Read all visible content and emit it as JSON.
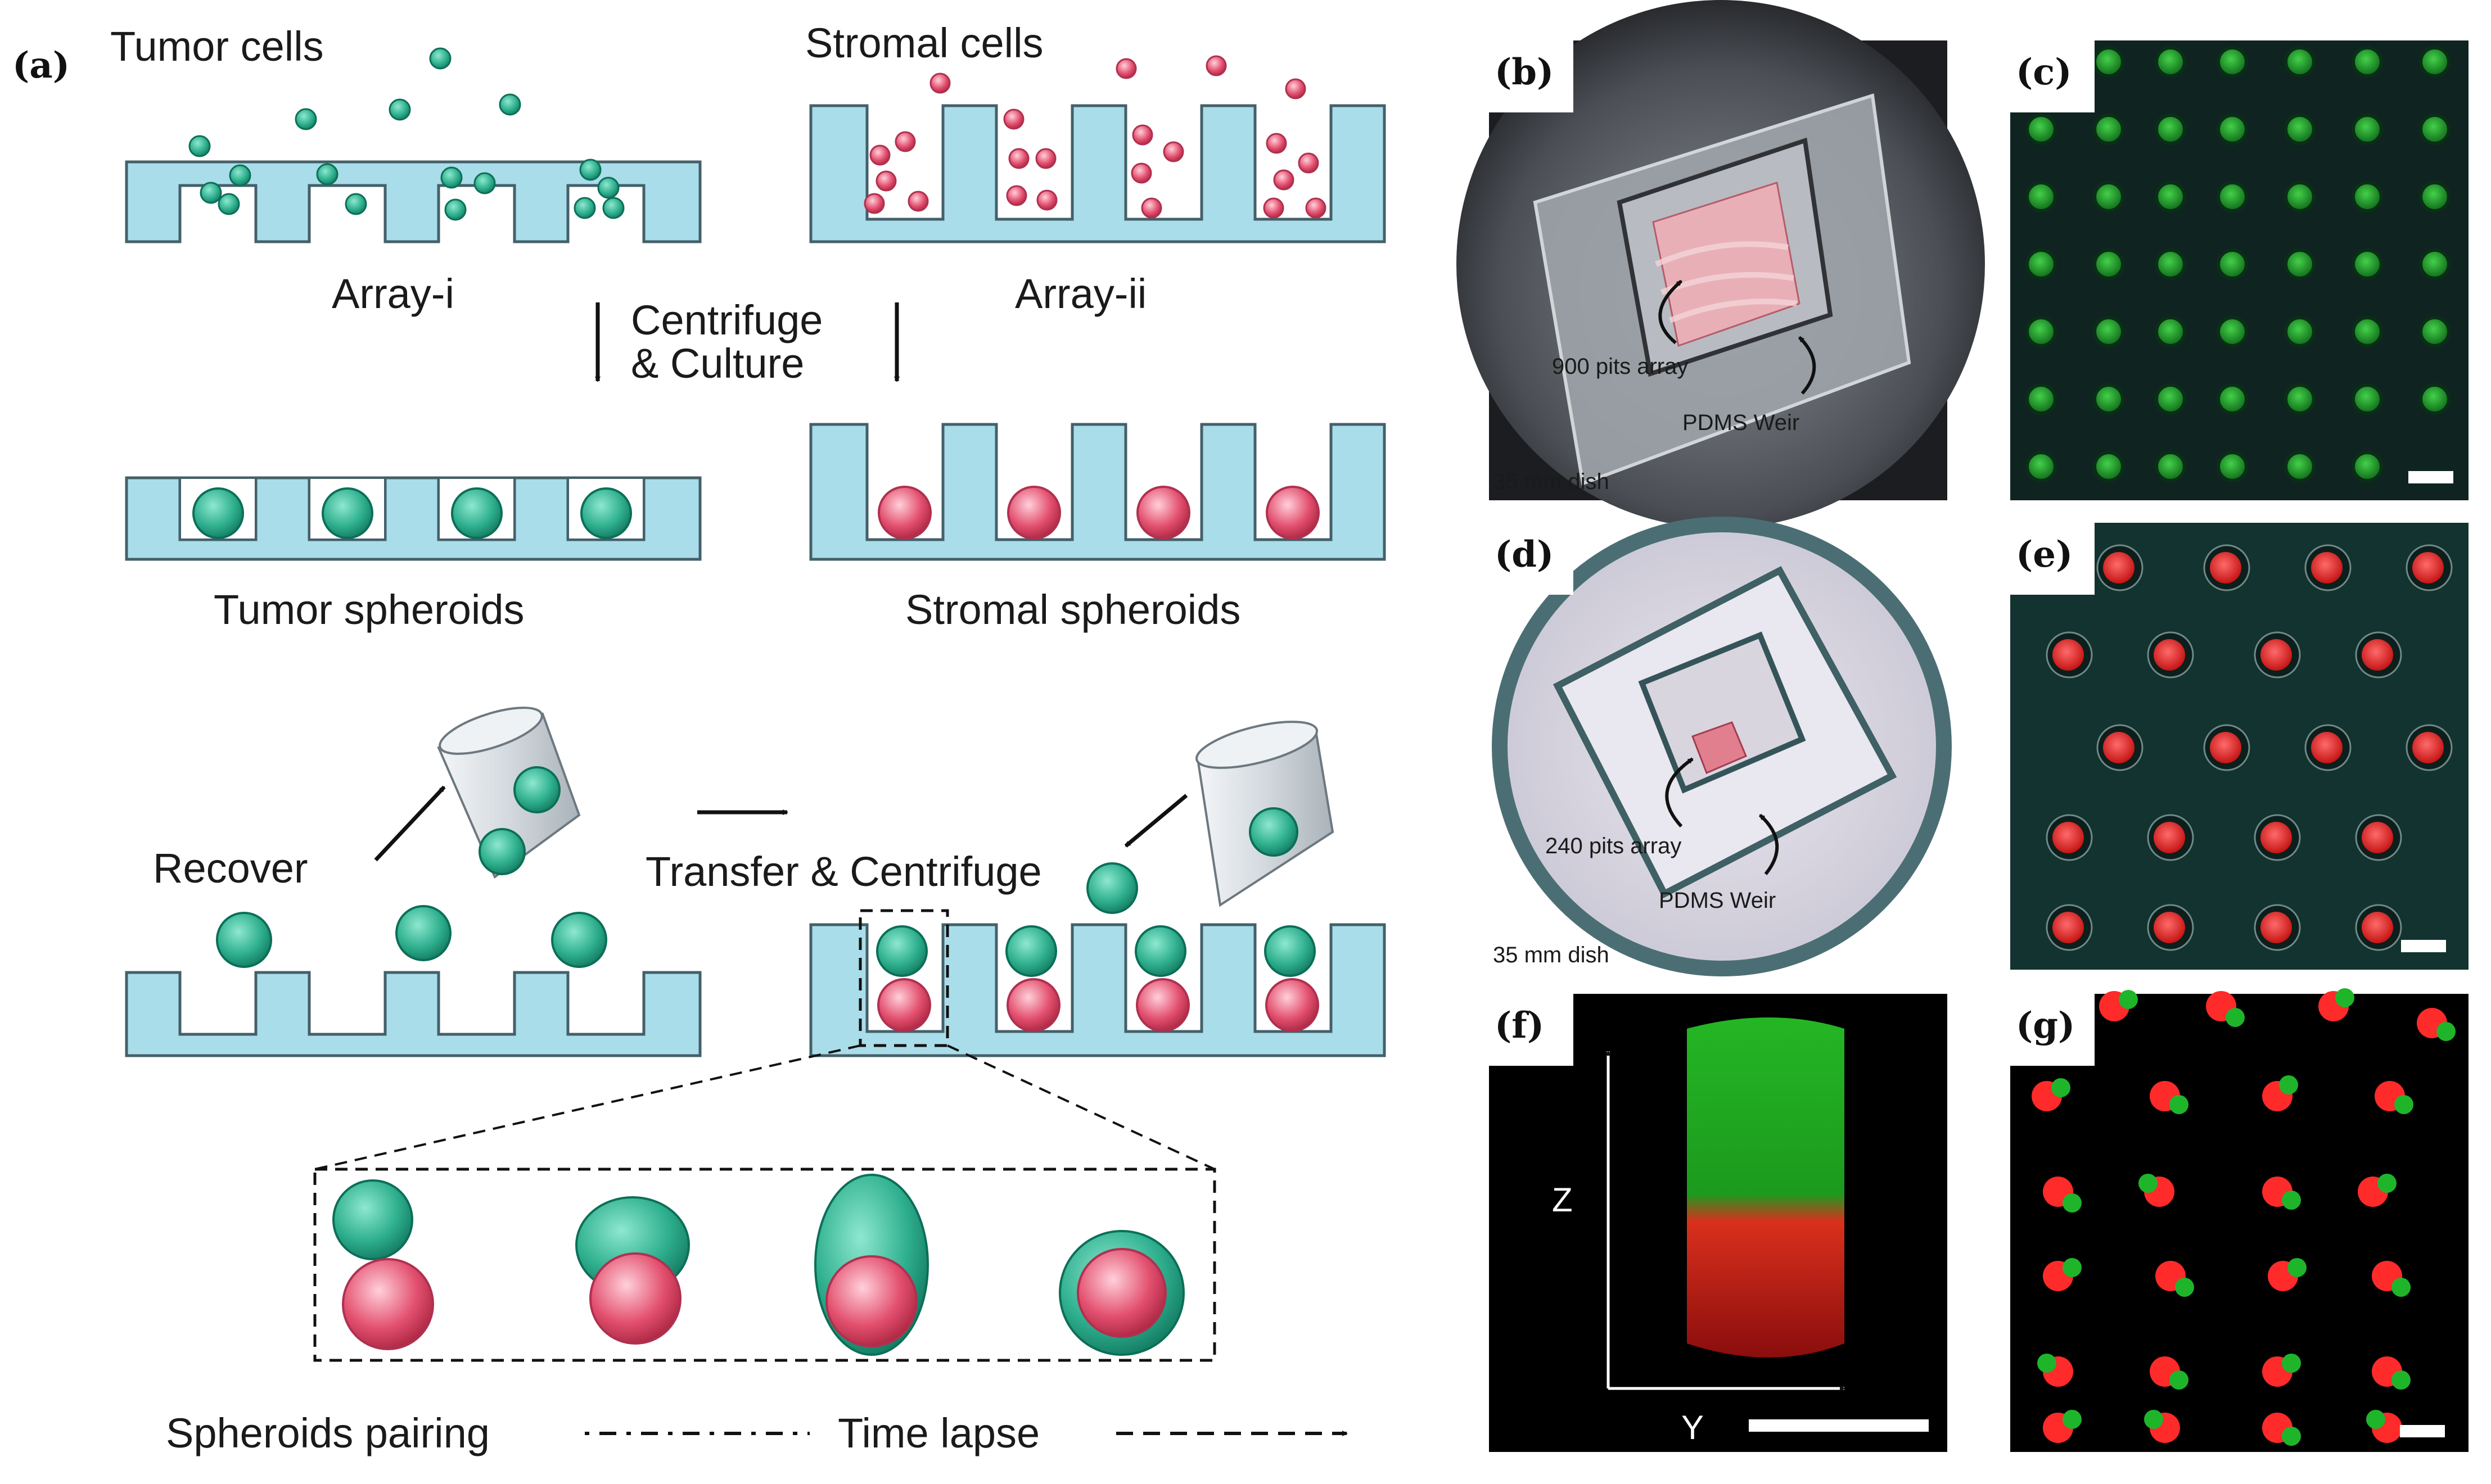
{
  "panel_letters": {
    "a": "(a)",
    "b": "(b)",
    "c": "(c)",
    "d": "(d)",
    "e": "(e)",
    "f": "(f)",
    "g": "(g)"
  },
  "panel_a": {
    "tumor_cells": "Tumor cells",
    "stromal_cells": "Stromal cells",
    "array_i": "Array-i",
    "array_ii": "Array-ii",
    "centrifuge_line1": "Centrifuge",
    "centrifuge_line2": "& Culture",
    "tumor_spheroids": "Tumor spheroids",
    "stromal_spheroids": "Stromal spheroids",
    "recover": "Recover",
    "transfer": "Transfer & Centrifuge",
    "pairing": "Spheroids pairing",
    "time_lapse": "Time lapse"
  },
  "panel_b": {
    "array_label": "900 pits array",
    "weir_label": "PDMS Weir",
    "dish_label": "35 mm dish"
  },
  "panel_d": {
    "array_label": "240 pits array",
    "weir_label": "PDMS Weir",
    "dish_label": "35 mm dish"
  },
  "panel_f": {
    "z_label": "Z",
    "y_label": "Y"
  },
  "colors": {
    "array_fill": "#a9dde9",
    "array_stroke": "#44606a",
    "tumor_green": "#2fb08f",
    "stromal_pink": "#e3506f",
    "fluor_green": "#1fa82a",
    "fluor_red": "#e01f1f",
    "micro_bg": "#0f2420"
  }
}
